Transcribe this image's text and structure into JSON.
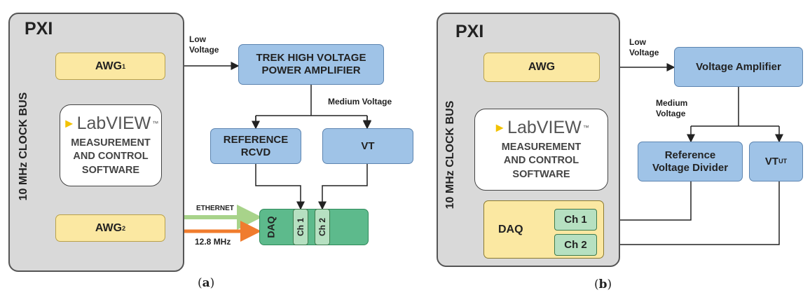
{
  "panel_a": {
    "pxi_label": "PXI",
    "clock_bus": "10 MHz CLOCK BUS",
    "awg1": {
      "text": "AWG",
      "sub": "1"
    },
    "awg2": {
      "text": "AWG",
      "sub": "2"
    },
    "labview_logo": "LabVIEW",
    "labview_tm": "™",
    "labview_line1": "MEASUREMENT",
    "labview_line2": "AND CONTROL",
    "labview_line3": "SOFTWARE",
    "low_voltage_line1": "Low",
    "low_voltage_line2": "Voltage",
    "trek_line1": "TREK HIGH VOLTAGE",
    "trek_line2": "POWER AMPLIFIER",
    "medium_voltage": "Medium Voltage",
    "ref_line1": "REFERENCE",
    "ref_line2": "RCVD",
    "vt": "VT",
    "ethernet": "ETHERNET",
    "freq": "12.8 MHz",
    "daq": "DAQ",
    "ch1": "Ch 1",
    "ch2": "Ch 2",
    "caption": "a"
  },
  "panel_b": {
    "pxi_label": "PXI",
    "clock_bus": "10 MHz CLOCK BUS",
    "awg": "AWG",
    "labview_logo": "LabVIEW",
    "labview_tm": "™",
    "labview_line1": "MEASUREMENT",
    "labview_line2": "AND CONTROL",
    "labview_line3": "SOFTWARE",
    "low_voltage_line1": "Low",
    "low_voltage_line2": "Voltage",
    "amp": "Voltage Amplifier",
    "medium_voltage_line1": "Medium",
    "medium_voltage_line2": "Voltage",
    "ref_line1": "Reference",
    "ref_line2": "Voltage Divider",
    "vt": {
      "text": "VT",
      "sub": "UT"
    },
    "daq": "DAQ",
    "ch1": "Ch 1",
    "ch2": "Ch 2",
    "caption": "b"
  },
  "colors": {
    "clock_bus_arrow": "#f07c2e",
    "ethernet_arrow": "#a8d38a"
  }
}
